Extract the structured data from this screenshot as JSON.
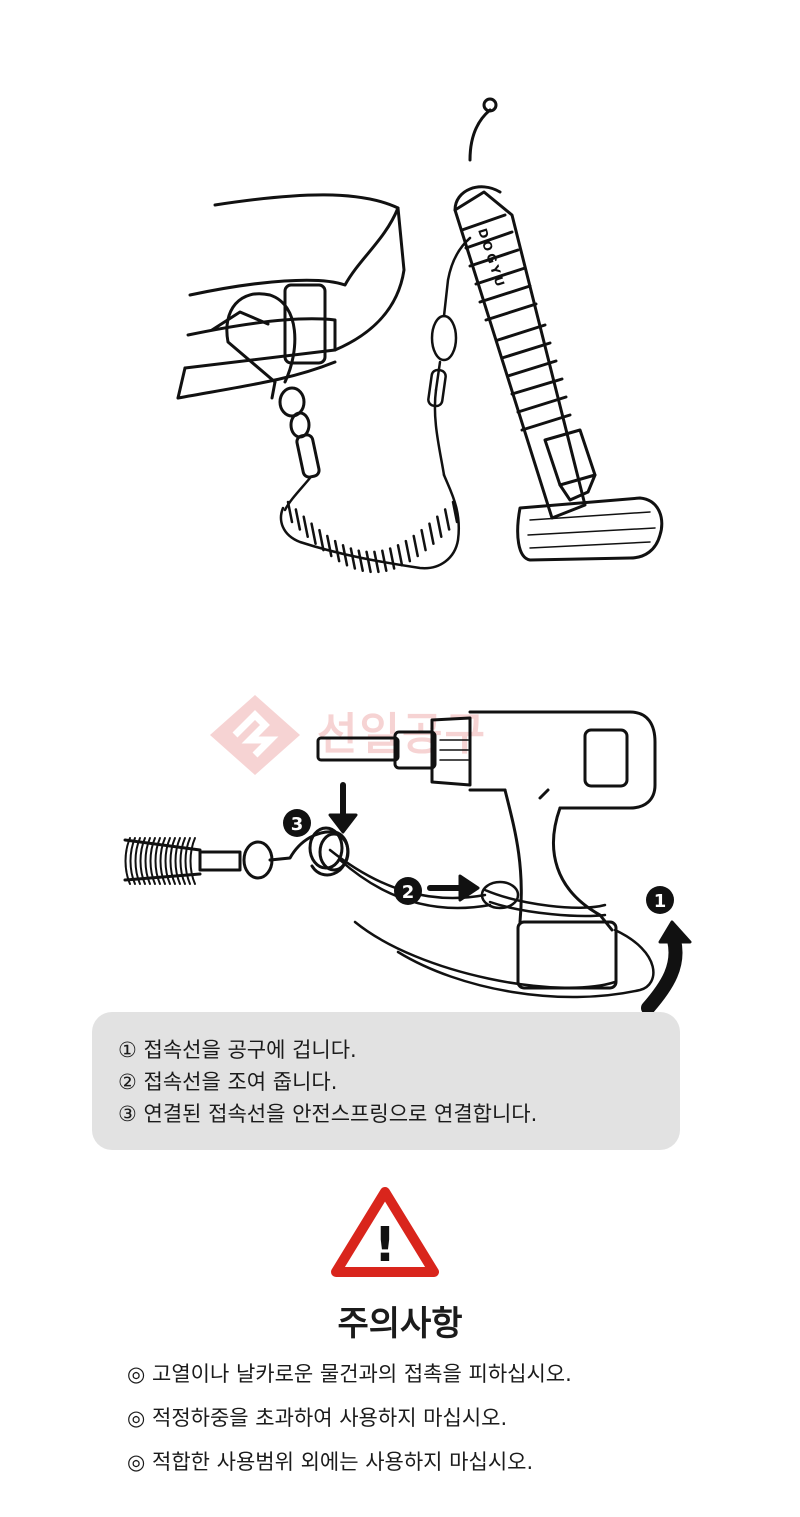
{
  "top_illustration": {
    "brand_label": "DOGYU"
  },
  "watermark": {
    "text": "선일공구"
  },
  "drill_illustration": {
    "markers": [
      "❸",
      "❷",
      "❶"
    ]
  },
  "steps": [
    "① 접속선을 공구에 겁니다.",
    "② 접속선을 조여 줍니다.",
    "③ 연결된 접속선을 안전스프링으로 연결합니다."
  ],
  "warning": {
    "icon": "warning-triangle-icon",
    "icon_symbol": "!",
    "title": "주의사항",
    "items": [
      "◎ 고열이나 날카로운 물건과의 접촉을 피하십시오.",
      "◎ 적정하중을 초과하여 사용하지 마십시오.",
      "◎ 적합한 사용범위 외에는 사용하지 마십시오."
    ]
  },
  "colors": {
    "steps_box": "#e2e2e2",
    "warning_red": "#d9251c",
    "watermark_red": "#d83a3a"
  }
}
